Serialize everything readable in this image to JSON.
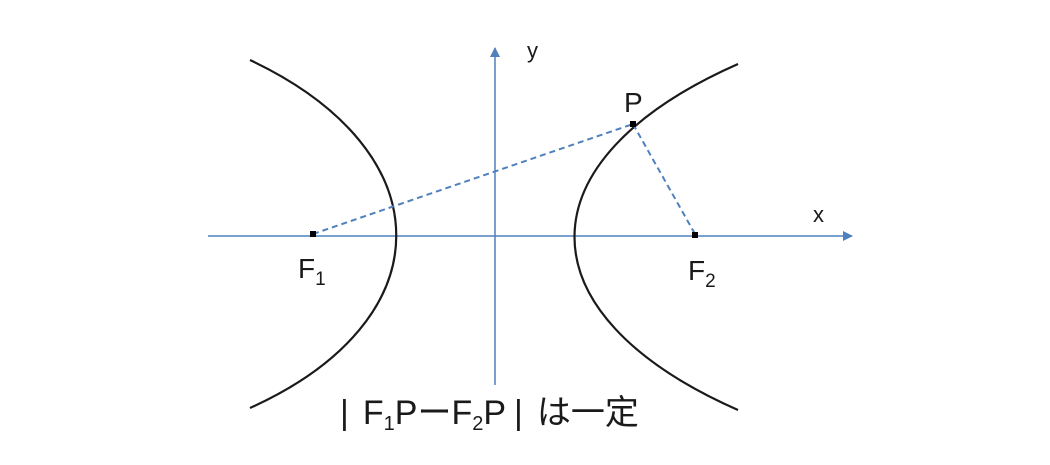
{
  "diagram": {
    "axes": {
      "x_label": "x",
      "y_label": "y"
    },
    "points": {
      "P": {
        "label": "P"
      },
      "F1": {
        "label": "F",
        "subscript": "1"
      },
      "F2": {
        "label": "F",
        "subscript": "2"
      }
    },
    "caption": {
      "bar_left": "|",
      "f1": "F",
      "f1_sub": "1",
      "p1": "P",
      "minus": "ー",
      "f2": "F",
      "f2_sub": "2",
      "p2": "P",
      "bar_right": "|",
      "suffix": "は一定"
    },
    "colors": {
      "axis": "#4f81bd",
      "dashed": "#4f81bd",
      "curve": "#1a1a1a",
      "text": "#1a1a1a"
    }
  }
}
